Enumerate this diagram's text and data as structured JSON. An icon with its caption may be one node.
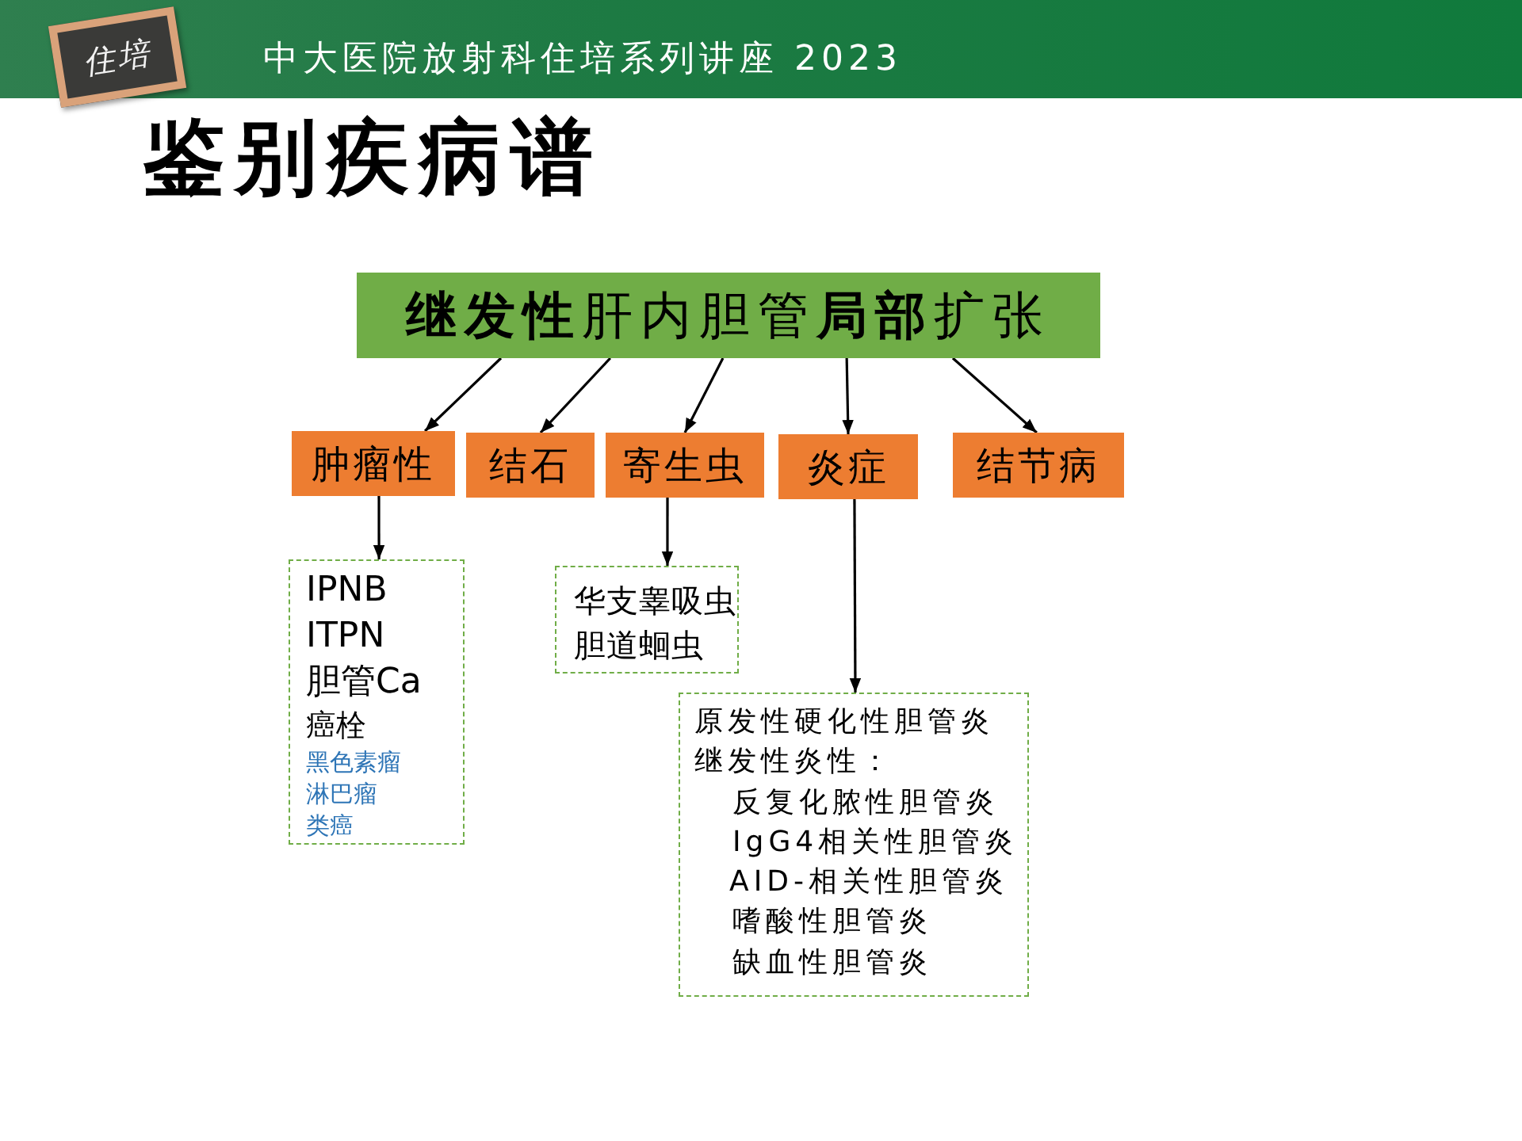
{
  "diagram": {
    "title": "鉴别疾病谱",
    "nodes": [
      {
        "text": [
          "**继发性**肝内胆管**局部**扩张"
        ]
      },
      {
        "text": [
          "肿瘤性"
        ]
      },
      {
        "text": [
          "结石"
        ]
      },
      {
        "text": [
          "寄生虫"
        ]
      },
      {
        "text": [
          "炎症"
        ]
      },
      {
        "text": [
          "结节病"
        ]
      },
      {
        "text": [
          "IPNB",
          "ITPN",
          "胆管Ca",
          "癌栓",
          "黑色素瘤",
          "淋巴瘤",
          "类癌"
        ]
      },
      {
        "text": [
          "华支睾吸虫",
          "胆道蛔虫"
        ]
      },
      {
        "text": [
          "原发性硬化性胆管炎",
          "继发性炎性：",
          "反复化脓性胆管炎",
          "IgG4相关性胆管炎",
          "AID-相关性胆管炎",
          "嗜酸性胆管炎",
          "缺血性胆管炎"
        ]
      }
    ],
    "edges": [
      {
        "from": 0,
        "to": 1,
        "arrow": "to"
      },
      {
        "from": 0,
        "to": 2,
        "arrow": "to"
      },
      {
        "from": 0,
        "to": 3,
        "arrow": "to"
      },
      {
        "from": 0,
        "to": 4,
        "arrow": "to"
      },
      {
        "from": 0,
        "to": 5,
        "arrow": "to"
      },
      {
        "from": 1,
        "to": 6,
        "arrow": "to"
      },
      {
        "from": 3,
        "to": 7,
        "arrow": "to"
      },
      {
        "from": 4,
        "to": 8,
        "arrow": "to"
      }
    ],
    "labels": [
      "住培",
      "中大医院放射科住培系列讲座 2023"
    ]
  }
}
